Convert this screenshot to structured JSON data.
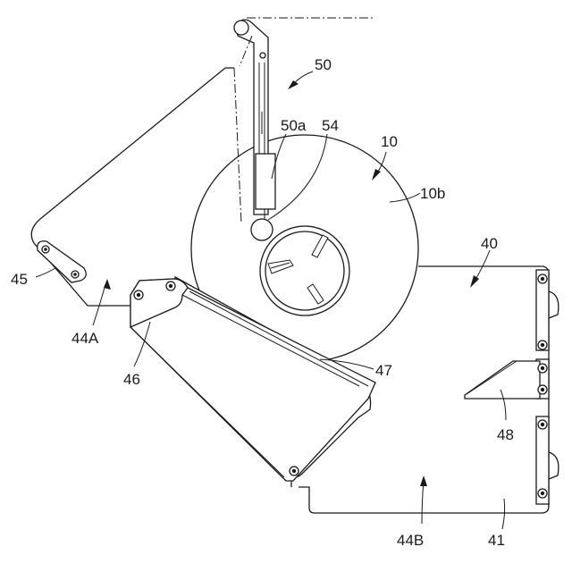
{
  "labels": {
    "l50": "50",
    "l50a": "50a",
    "l54": "54",
    "l10": "10",
    "l10b": "10b",
    "l40": "40",
    "l45": "45",
    "l44A": "44A",
    "l46": "46",
    "l47": "47",
    "l48": "48",
    "l44B": "44B",
    "l41": "41"
  }
}
